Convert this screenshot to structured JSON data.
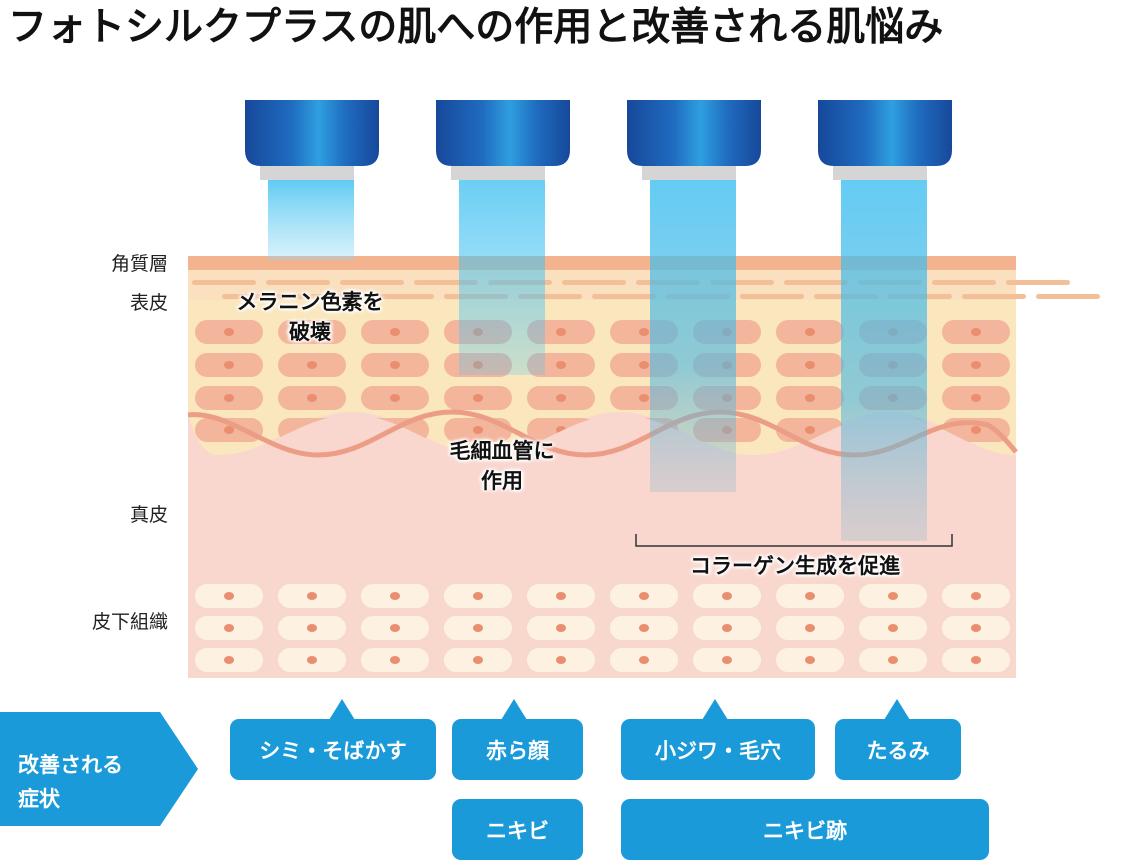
{
  "title": "フォトシルクプラスの肌への作用と改善される肌悩み",
  "layers": {
    "stratum_corneum": "角質層",
    "epidermis": "表皮",
    "dermis": "真皮",
    "subcutaneous": "皮下組織"
  },
  "callouts": {
    "melanin_line1": "メラニン色素を",
    "melanin_line2": "破壊",
    "capillary_line1": "毛細血管に",
    "capillary_line2": "作用",
    "collagen": "コラーゲン生成を促進"
  },
  "symptoms": {
    "label_line1": "改善される",
    "label_line2": "症状",
    "spots": "シミ・そばかす",
    "redness": "赤ら顔",
    "acne": "ニキビ",
    "wrinkles_pores": "小ジワ・毛穴",
    "sagging": "たるみ",
    "acne_scars": "ニキビ跡"
  },
  "colors": {
    "handpiece_blue": "#1c63b3",
    "light_beam": "#4cc4f2",
    "symptom_blue": "#1a9ad9",
    "epidermis": "#fbe7bd",
    "dermis": "#f9d7cf",
    "cell": "#f3b29a",
    "subcutaneous_cell": "#fdf0e0"
  }
}
